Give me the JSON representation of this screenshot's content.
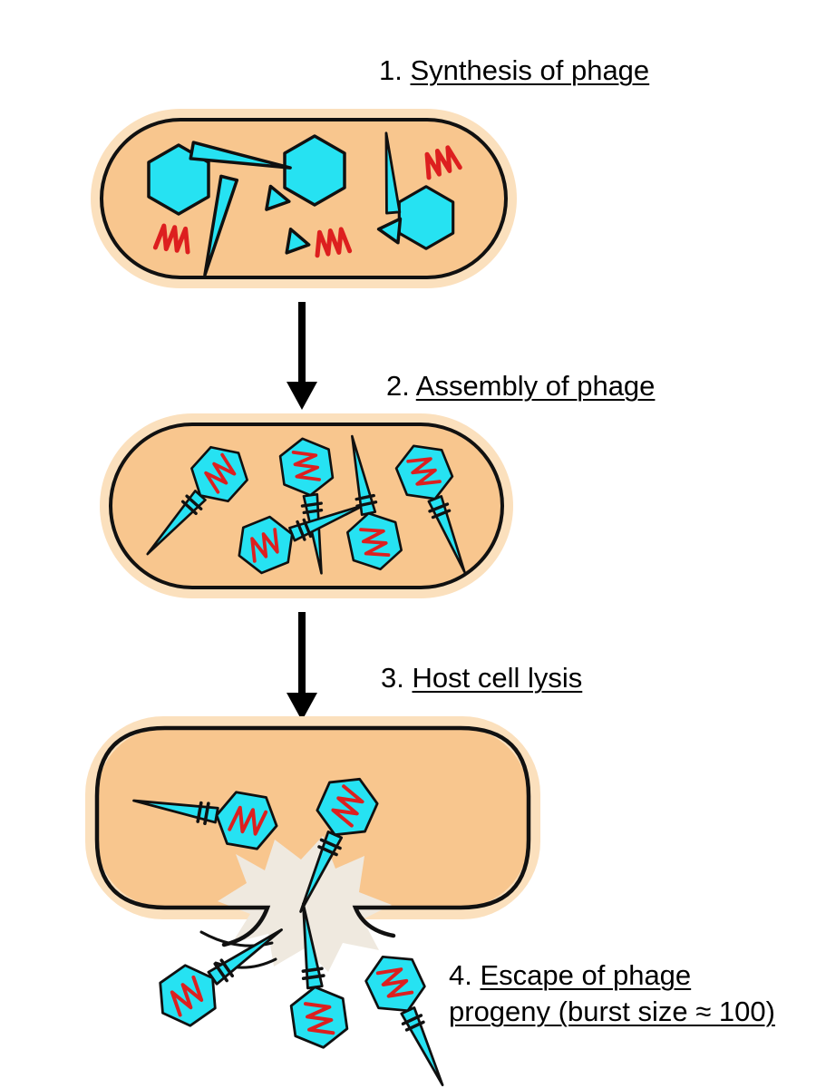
{
  "figure": {
    "steps": [
      {
        "number": "1.",
        "title": "Synthesis of phage"
      },
      {
        "number": "2.",
        "title": "Assembly of phage"
      },
      {
        "number": "3.",
        "title": "Host cell lysis"
      },
      {
        "number": "4.",
        "title": "Escape of phage",
        "title_continued": "progeny (burst size ≈ 100)"
      }
    ],
    "colors": {
      "background": "#FFFFFF",
      "cell_wall_halo": "#FBE0BD",
      "cell_cytoplasm": "#F8C68E",
      "membrane_outline": "#111111",
      "phage_cyan": "#26E2F2",
      "dna_red": "#DD1F1F",
      "lysis_patch": "#EFE9DF",
      "arrow": "#000000",
      "text": "#000000"
    },
    "components": {
      "capsid_icon": "cyan-hexagon",
      "tail_icon": "cyan-tapered-rod",
      "dna_icon": "red-zigzag",
      "assembled_phage_icon": "hexagon-head-with-tail-and-collar",
      "arrow_icon": "black-down-arrow",
      "lysis_icon": "pale-burst-patch"
    }
  }
}
